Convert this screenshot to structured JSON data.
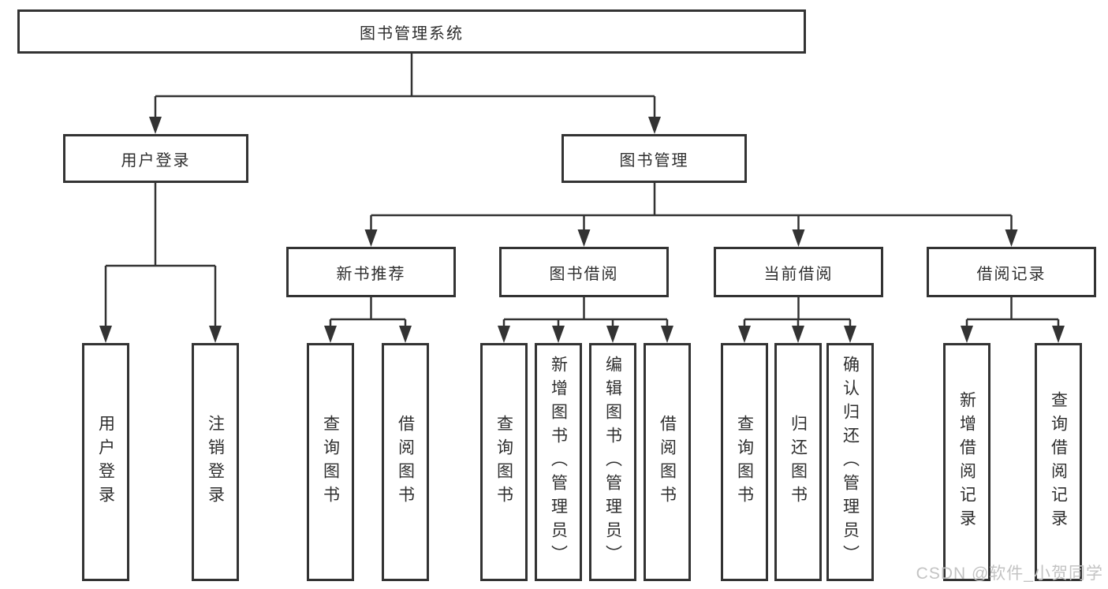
{
  "tree": {
    "root": "图书管理系统",
    "user_login": {
      "label": "用户登录",
      "leaves": [
        "用户登录",
        "注销登录"
      ]
    },
    "book_mgmt": {
      "label": "图书管理",
      "children": {
        "new_books": {
          "label": "新书推荐",
          "leaves": [
            "查询图书",
            "借阅图书"
          ]
        },
        "book_borrow": {
          "label": "图书借阅",
          "leaves": [
            "查询图书",
            "新增图书（管理员）",
            "编辑图书（管理员）",
            "借阅图书"
          ]
        },
        "current_borrow": {
          "label": "当前借阅",
          "leaves": [
            "查询图书",
            "归还图书",
            "确认归还（管理员）"
          ]
        },
        "borrow_records": {
          "label": "借阅记录",
          "leaves": [
            "新增借阅记录",
            "查询借阅记录"
          ]
        }
      }
    }
  },
  "watermark": "CSDN @软件_小贺同学",
  "colors": {
    "line": "#333333",
    "text": "#2e2e2e",
    "box_fill": "#ffffff",
    "background": "#ffffff",
    "watermark": "#c3c3c3"
  }
}
